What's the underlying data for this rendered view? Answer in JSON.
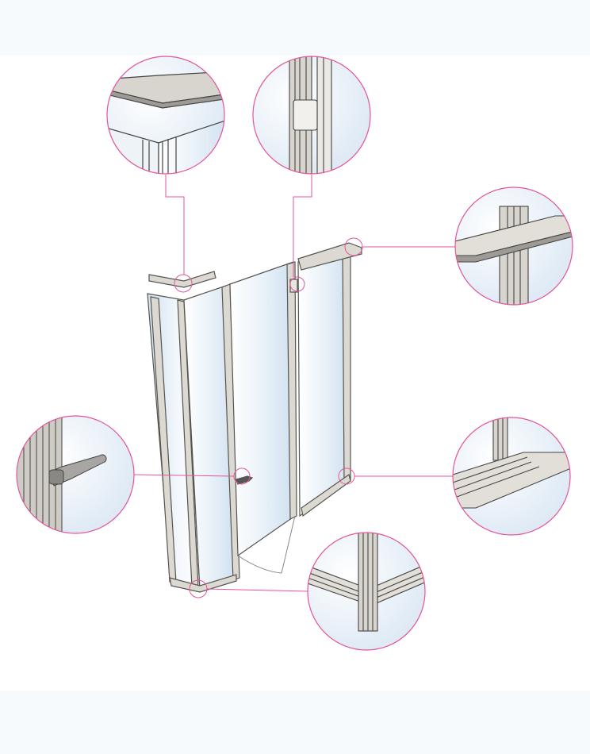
{
  "colors": {
    "callout": "#e2559b",
    "frame": "#d9d6cf",
    "frame_stroke": "#55554f",
    "glass_light": "#ffffff",
    "glass_tint": "#d4e4f2",
    "background_band": "#f6fafd"
  },
  "callouts": [
    {
      "name": "corner-profile-detail"
    },
    {
      "name": "hinge-detail"
    },
    {
      "name": "top-rail-detail"
    },
    {
      "name": "handle-detail"
    },
    {
      "name": "bottom-rail-detail"
    },
    {
      "name": "base-corner-detail"
    }
  ]
}
